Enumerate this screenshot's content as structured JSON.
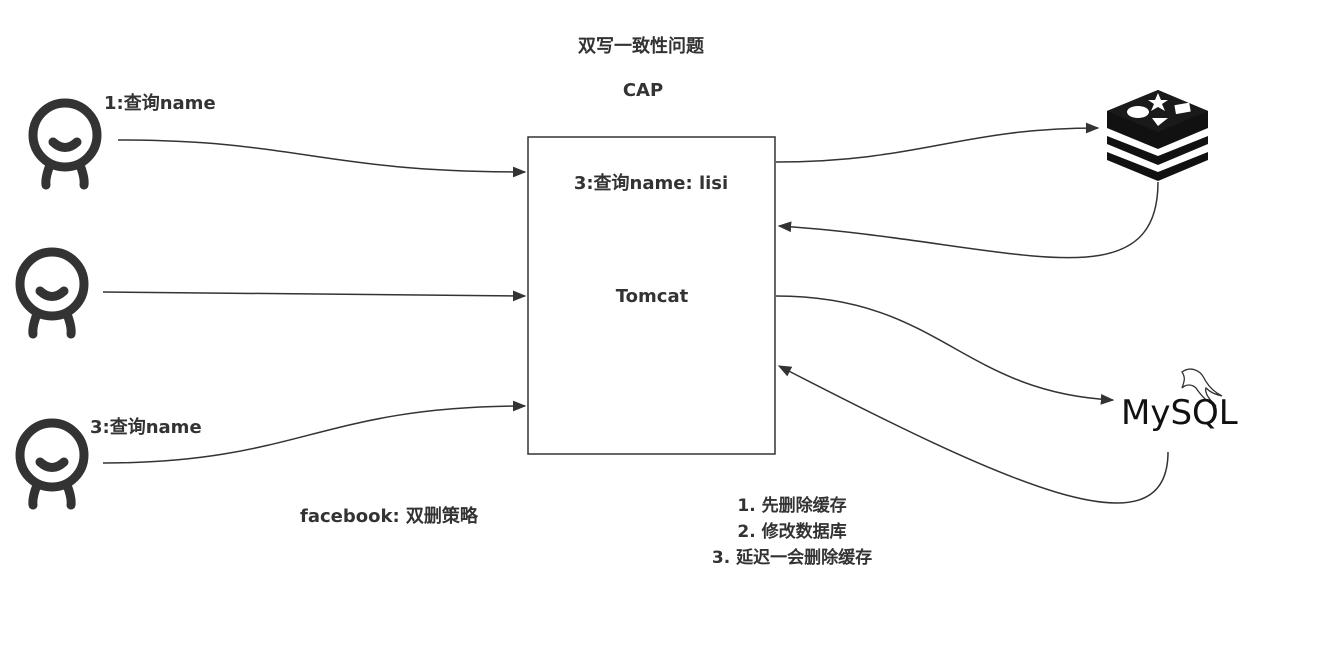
{
  "title": "双写一致性问题",
  "subtitle": "CAP",
  "users": [
    {
      "label": "1:查询name"
    },
    {
      "label": ""
    },
    {
      "label": "3:查询name"
    }
  ],
  "server": {
    "query_label": "3:查询name: lisi",
    "name": "Tomcat"
  },
  "strategy_label": "facebook: 双删策略",
  "steps": [
    "1. 先删除缓存",
    "2. 修改数据库",
    "3. 延迟一会删除缓存"
  ],
  "cache_icon": "redis-icon",
  "database": {
    "icon": "mysql-dolphin-icon",
    "label": "MySQL"
  },
  "colors": {
    "stroke": "#333333",
    "text": "#333333"
  }
}
